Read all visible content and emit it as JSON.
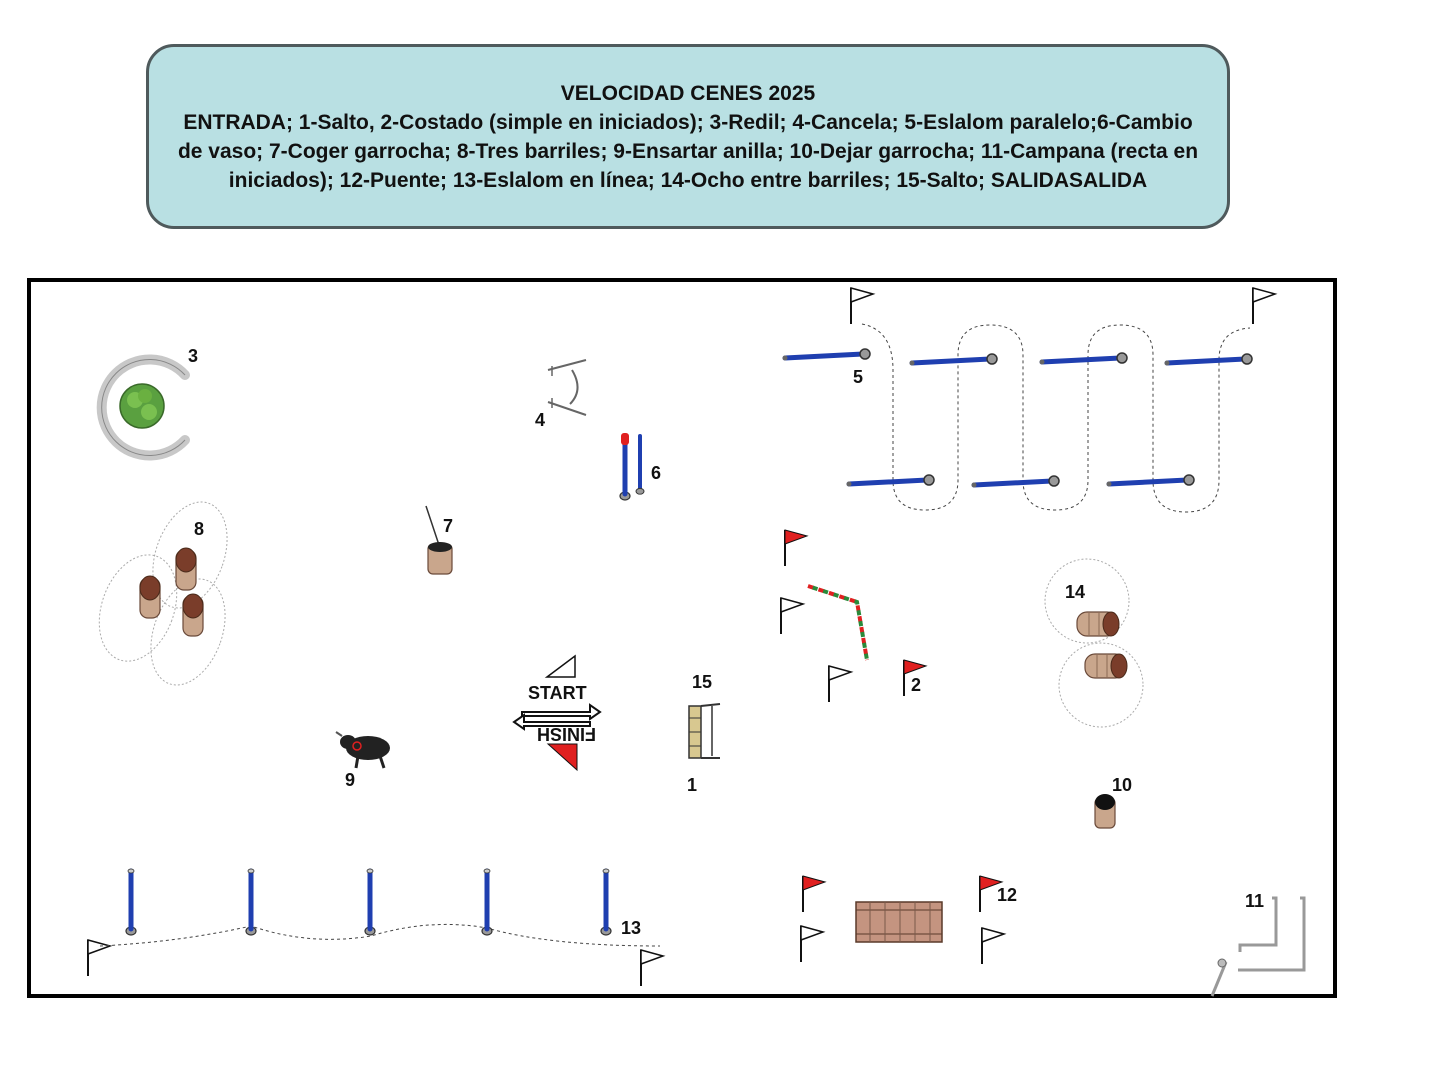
{
  "header": {
    "title": "VELOCIDAD CENES 2025",
    "description": "ENTRADA; 1-Salto, 2-Costado (simple en iniciados); 3-Redil; 4-Cancela; 5-Eslalom paralelo;6-Cambio de vaso; 7-Coger garrocha; 8-Tres barriles; 9-Ensartar anilla; 10-Dejar garrocha; 11-Campana (recta en iniciados); 12-Puente; 13-Eslalom en línea; 14-Ocho entre barriles; 15-Salto; SALIDASALIDA"
  },
  "start_finish": {
    "start": "START",
    "finish": "FINISH"
  },
  "obstacles": {
    "o1": "1",
    "o2": "2",
    "o3": "3",
    "o4": "4",
    "o5": "5",
    "o6": "6",
    "o7": "7",
    "o8": "8",
    "o9": "9",
    "o10": "10",
    "o11": "11",
    "o12": "12",
    "o13": "13",
    "o14": "14",
    "o15": "15"
  },
  "colors": {
    "header_bg": "#b9e0e3",
    "pole_blue": "#1f3fb0",
    "flag_red": "#e02020",
    "barrel_brown": "#9a6a4a",
    "arena_border": "#000000"
  },
  "icons": [
    "flag-icon",
    "barrel-icon",
    "pole-icon",
    "bull-icon",
    "bridge-icon",
    "jump-icon",
    "gate-icon",
    "pen-icon"
  ]
}
